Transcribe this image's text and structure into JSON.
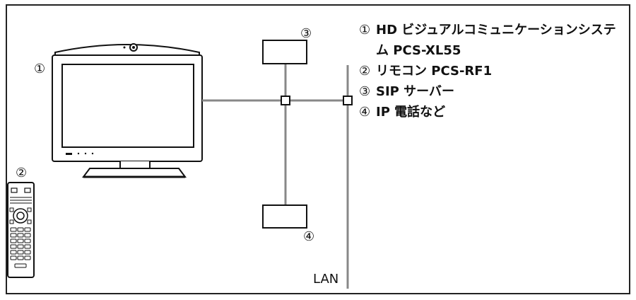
{
  "diagram": {
    "callouts": {
      "monitor": "①",
      "remote": "②",
      "sip_server": "③",
      "ip_phone": "④"
    },
    "legend": [
      {
        "num": "①",
        "text": "HD ビジュアルコミュニケーションシステム PCS-XL55"
      },
      {
        "num": "②",
        "text": "リモコン PCS-RF1"
      },
      {
        "num": "③",
        "text": "SIP サーバー"
      },
      {
        "num": "④",
        "text": "IP 電話など"
      }
    ],
    "lan_label": "LAN"
  }
}
